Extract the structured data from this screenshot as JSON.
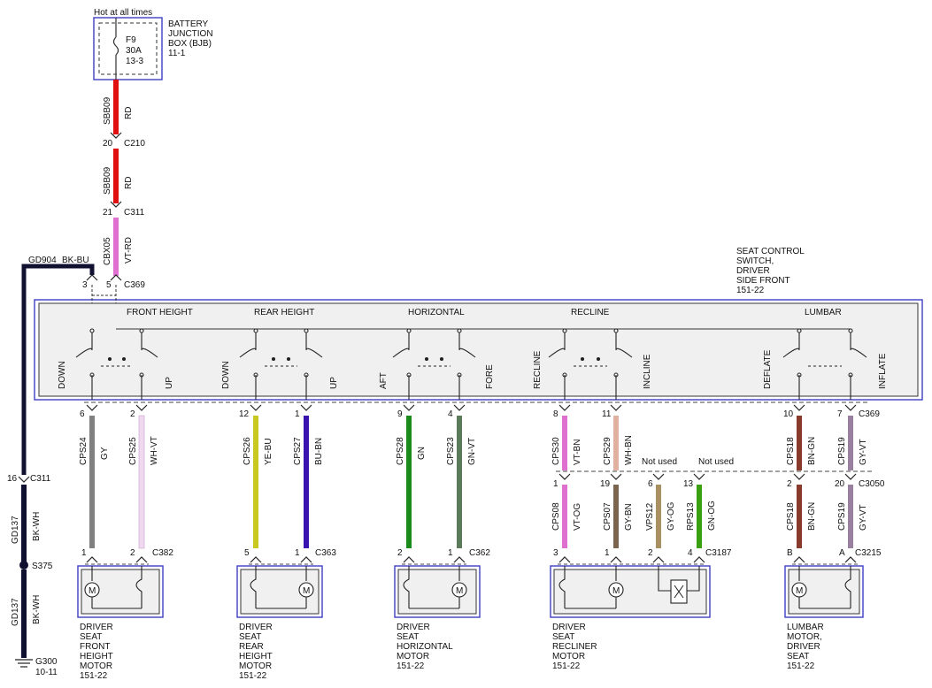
{
  "colors": {
    "wire_red": "#e01010",
    "wire_pink": "#e070d0",
    "wire_gray": "#808080",
    "wire_white_violet": "#f0d8f0",
    "wire_yellow": "#c8c820",
    "wire_blue": "#3a12b0",
    "wire_green": "#1a8a1a",
    "wire_green_violet": "#5a7a5a",
    "wire_gray_brown": "#7a6450",
    "wire_gray_orange": "#a89060",
    "wire_green_orange": "#3aa010",
    "wire_brown_green": "#8a3a2a",
    "wire_gray_violet": "#9a80a0",
    "wire_white_brown": "#e0b0a0",
    "wire_ground": "#101030",
    "box_border": "#4a4ac8",
    "switch_fill": "#f0f0f0"
  },
  "fuse": {
    "label": "Hot at all times",
    "name": "F9",
    "rating": "30A",
    "ref": "13-3"
  },
  "bjb": {
    "l1": "BATTERY",
    "l2": "JUNCTION",
    "l3": "BOX (BJB)",
    "l4": "11-1"
  },
  "feed": {
    "w1": {
      "circuit": "SBB09",
      "color": "RD"
    },
    "c210": {
      "pin": "20",
      "name": "C210"
    },
    "w2": {
      "circuit": "SBB09",
      "color": "RD"
    },
    "c311": {
      "pin": "21",
      "name": "C311"
    },
    "w3": {
      "circuit": "CBX05",
      "color": "VT-RD"
    },
    "c369a": {
      "pin": "5",
      "name": "C369"
    },
    "gnd_pin": "3"
  },
  "ground": {
    "top": {
      "circuit": "GD904",
      "color": "BK-BU"
    },
    "c311": {
      "pin": "16",
      "name": "C311"
    },
    "w1": {
      "circuit": "GD137",
      "color": "BK-WH"
    },
    "splice": "S375",
    "w2": {
      "circuit": "GD137",
      "color": "BK-WH"
    },
    "g": "G300",
    "gref": "10-11"
  },
  "switch": {
    "title": {
      "l1": "SEAT CONTROL",
      "l2": "SWITCH,",
      "l3": "DRIVER",
      "l4": "SIDE FRONT",
      "l5": "151-22"
    },
    "sections": [
      "FRONT HEIGHT",
      "REAR HEIGHT",
      "HORIZONTAL",
      "RECLINE",
      "LUMBAR"
    ],
    "positions": [
      "DOWN",
      "UP",
      "DOWN",
      "UP",
      "AFT",
      "FORE",
      "RECLINE",
      "INCLINE",
      "DEFLATE",
      "INFLATE"
    ]
  },
  "wires_upper": [
    {
      "pin": "6",
      "circuit": "CPS24",
      "color": "GY"
    },
    {
      "pin": "2",
      "circuit": "CPS25",
      "color": "WH-VT"
    },
    {
      "pin": "12",
      "circuit": "CPS26",
      "color": "YE-BU"
    },
    {
      "pin": "1",
      "circuit": "CPS27",
      "color": "BU-BN"
    },
    {
      "pin": "9",
      "circuit": "CPS28",
      "color": "GN"
    },
    {
      "pin": "4",
      "circuit": "CPS23",
      "color": "GN-VT"
    },
    {
      "pin": "8",
      "circuit": "CPS30",
      "color": "VT-BN"
    },
    {
      "pin": "11",
      "circuit": "CPS29",
      "color": "WH-BN"
    },
    {
      "pin": "10",
      "circuit": "CPS18",
      "color": "BN-GN"
    },
    {
      "pin": "7",
      "circuit": "CPS19",
      "color": "GY-VT"
    }
  ],
  "c369b": "C369",
  "not_used": [
    "Not used",
    "Not used"
  ],
  "recline_lower": [
    {
      "pin": "1",
      "circuit": "CPS08",
      "color": "VT-OG",
      "bpin": "3"
    },
    {
      "pin": "19",
      "circuit": "CPS07",
      "color": "GY-BN",
      "bpin": "1"
    },
    {
      "pin": "6",
      "circuit": "VPS12",
      "color": "GY-OG",
      "bpin": "2"
    },
    {
      "pin": "13",
      "circuit": "RPS13",
      "color": "GN-OG",
      "bpin": "4"
    }
  ],
  "lumbar_lower": [
    {
      "pin": "2",
      "circuit": "CPS18",
      "color": "BN-GN",
      "bpin": "B"
    },
    {
      "pin": "20",
      "circuit": "CPS19",
      "color": "GY-VT",
      "bpin": "A"
    }
  ],
  "c3050": "C3050",
  "motor_pins": {
    "fh": [
      "1",
      "2"
    ],
    "rh": [
      "5",
      "1"
    ],
    "hz": [
      "2",
      "1"
    ]
  },
  "conn": {
    "c382": "C382",
    "c363": "C363",
    "c362": "C362",
    "c3187": "C3187",
    "c3215": "C3215"
  },
  "motors": [
    {
      "l1": "DRIVER",
      "l2": "SEAT",
      "l3": "FRONT",
      "l4": "HEIGHT",
      "l5": "MOTOR",
      "l6": "151-22"
    },
    {
      "l1": "DRIVER",
      "l2": "SEAT",
      "l3": "REAR",
      "l4": "HEIGHT",
      "l5": "MOTOR",
      "l6": "151-22"
    },
    {
      "l1": "DRIVER",
      "l2": "SEAT",
      "l3": "HORIZONTAL",
      "l4": "MOTOR",
      "l5": "151-22"
    },
    {
      "l1": "DRIVER",
      "l2": "SEAT",
      "l3": "RECLINER",
      "l4": "MOTOR",
      "l5": "151-22"
    },
    {
      "l1": "LUMBAR",
      "l2": "MOTOR,",
      "l3": "DRIVER",
      "l4": "SEAT",
      "l5": "151-22"
    }
  ],
  "motor_symbol": "M"
}
